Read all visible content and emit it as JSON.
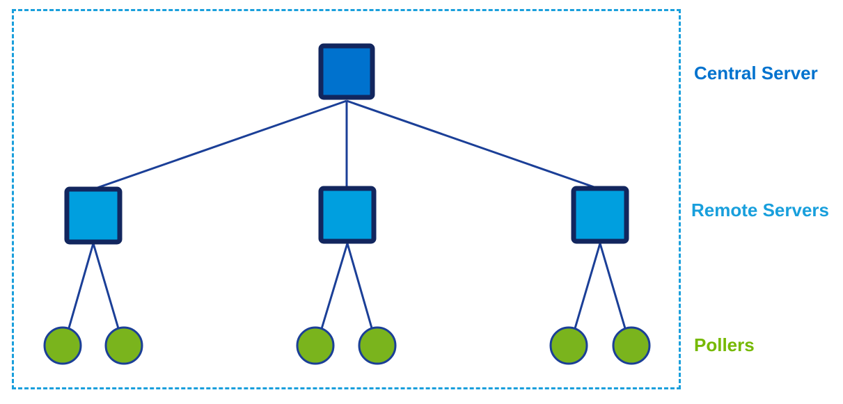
{
  "diagram": {
    "labels": {
      "central": "Central Server",
      "remote": "Remote Servers",
      "pollers": "Pollers"
    },
    "colors": {
      "central_fill": "#0072CE",
      "remote_fill": "#009FDF",
      "poller_fill": "#7AB41D",
      "node_border": "#12265E",
      "line": "#1B3F97",
      "dashed_border": "#1A9FDC",
      "central_label_text": "#0072CE",
      "remote_label_text": "#189FDC",
      "poller_label_text": "#76B900"
    },
    "hierarchy": {
      "central_servers": 1,
      "remote_servers": 3,
      "pollers_per_remote_server": 2,
      "pollers_total": 6
    }
  }
}
